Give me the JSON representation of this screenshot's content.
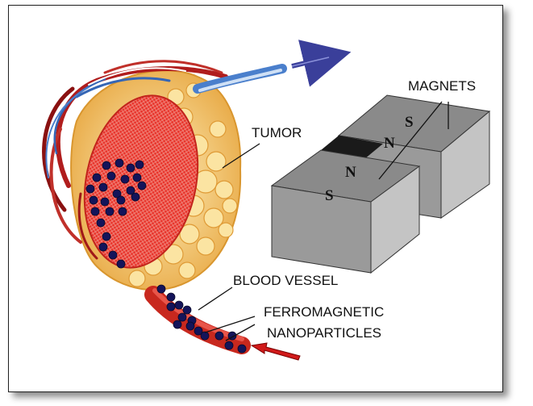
{
  "labels": {
    "magnets": "MAGNETS",
    "tumor": "TUMOR",
    "blood_vessel": "BLOOD VESSEL",
    "ferromagnetic_line1": "FERROMAGNETIC",
    "ferromagnetic_line2": "NANOPARTICLES"
  },
  "poles": {
    "back_s": "S",
    "back_n": "N",
    "front_n": "N",
    "front_s": "S"
  },
  "colors": {
    "tumor_tissue": "#f0c060",
    "tumor_core": "#e8332a",
    "particles": "#14145a",
    "outflow_arrow": "#3a3f9a",
    "inflow_arrow": "#d11a1a",
    "magnet_face": "#9a9a9a",
    "magnet_top": "#8a8a8a",
    "magnet_side": "#c4c4c4"
  },
  "icons": {
    "outflow": "arrow-outflow-icon",
    "inflow": "arrow-inflow-icon"
  }
}
